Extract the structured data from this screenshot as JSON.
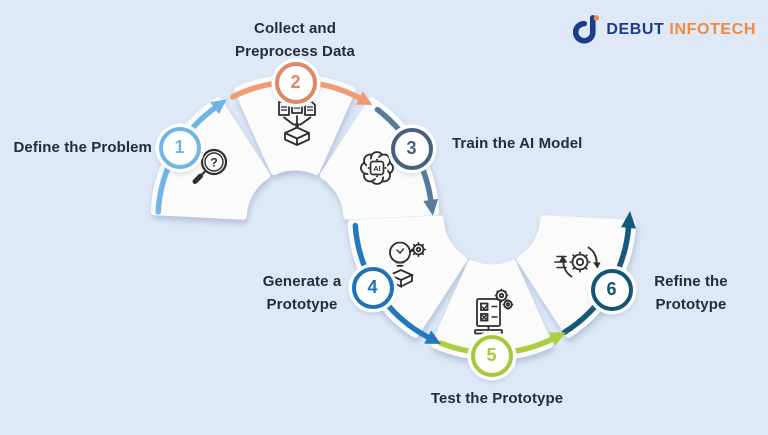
{
  "background_color": "#DEE8F7",
  "text_color": "#242E38",
  "logo": {
    "brand_first": "DEBUT",
    "brand_second": "INFOTECH",
    "navy": "#1C3B8C",
    "orange": "#F18A3E"
  },
  "steps": [
    {
      "number": "1",
      "label": "Define the Problem",
      "color": "#6FB6E4",
      "arc_color": "#6FB6E4",
      "icon": "magnifier-question-icon",
      "icon_glyph": "?"
    },
    {
      "number": "2",
      "label": "Collect and\nPreprocess Data",
      "color": "#DC8A66",
      "arc_color": "#F09B73",
      "icon": "documents-to-box-icon"
    },
    {
      "number": "3",
      "label": "Train the AI Model",
      "color": "#46627C",
      "arc_color": "#567B9C",
      "icon": "ai-brain-chip-icon",
      "icon_glyph": "AI"
    },
    {
      "number": "4",
      "label": "Generate a\nPrototype",
      "color": "#1E73B8",
      "arc_color": "#2379BD",
      "icon": "bulb-gear-prototype-icon"
    },
    {
      "number": "5",
      "label": "Test the Prototype",
      "color": "#A8C83B",
      "arc_color": "#AECD3E",
      "icon": "test-checklist-monitor-icon"
    },
    {
      "number": "6",
      "label": "Refine the\nPrototype",
      "color": "#155472",
      "arc_color": "#17597A",
      "icon": "refine-cycle-gear-icon"
    }
  ]
}
